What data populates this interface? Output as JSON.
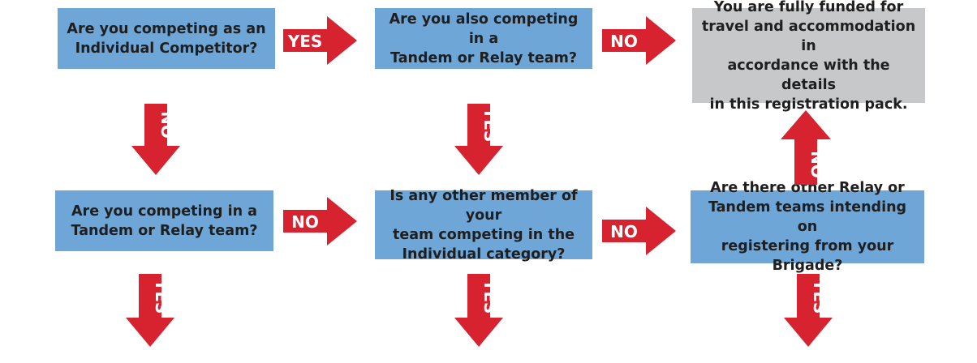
{
  "boxes": {
    "q1": "Are you competing as an\nIndividual Competitor?",
    "q2": "Are you also competing in a\nTandem or Relay team?",
    "result": "You are fully funded for\ntravel and accommodation in\naccordance with the details\nin this registration pack.",
    "q4": "Are you competing in a\nTandem or Relay team?",
    "q5": "Is any other member of your\nteam competing in the\nIndividual category?",
    "q6": "Are there other Relay or\nTandem teams intending on\nregistering from your Brigade?"
  },
  "arrows": {
    "q1_to_q2": "YES",
    "q2_to_result": "NO",
    "q1_to_q4": "NO",
    "q2_to_q5": "YES",
    "q6_to_result": "NO",
    "q4_to_q5": "NO",
    "q5_to_q6": "NO",
    "q4_down": "YES",
    "q5_down": "YES",
    "q6_down": "YES"
  },
  "colors": {
    "question_box": "#6fa6d8",
    "result_box": "#c7c8ca",
    "arrow": "#d7232f"
  }
}
